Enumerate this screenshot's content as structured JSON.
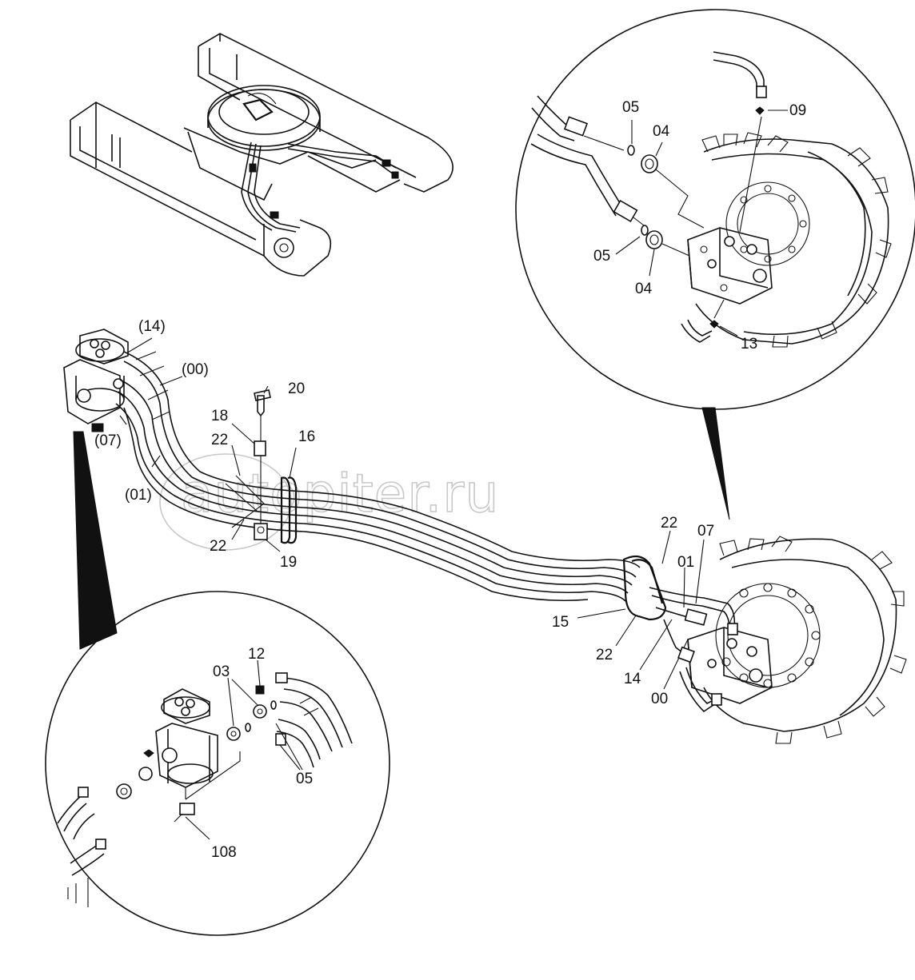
{
  "watermark": "autopiter.ru",
  "labels": {
    "l05a": "05",
    "l04a": "04",
    "l09": "09",
    "l05b": "05",
    "l04b": "04",
    "l13": "13",
    "l14p": "(14)",
    "l00p": "(00)",
    "l07p": "(07)",
    "l01p": "(01)",
    "l20": "20",
    "l18": "18",
    "l16": "16",
    "l22a": "22",
    "l22b": "22",
    "l19": "19",
    "l22c": "22",
    "l07": "07",
    "l01": "01",
    "l15": "15",
    "l22d": "22",
    "l14": "14",
    "l00": "00",
    "l12": "12",
    "l03": "03",
    "l05c": "05",
    "l108": "108"
  }
}
